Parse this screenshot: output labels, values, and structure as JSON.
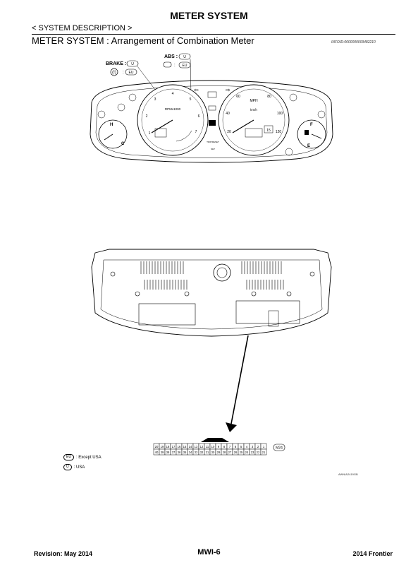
{
  "header": {
    "title": "METER SYSTEM",
    "section_nav": "< SYSTEM DESCRIPTION >",
    "section_title": "METER SYSTEM : Arrangement of Combination Meter",
    "doc_id": "INFOID:0000000009482210"
  },
  "figure1": {
    "brake_label": "BRAKE :",
    "abs_label": "ABS :",
    "code_u": "U",
    "code_eu": "EU",
    "tach_label": "RPMx1000",
    "speed_mph": "MPH",
    "speed_kmh": "km/h",
    "temp_h": "H",
    "temp_c": "C",
    "fuel_f": "F",
    "fuel_e": "E",
    "sw_label_1": "TRIP/RESET",
    "sw_label_2": "SET",
    "temp_small": "15",
    "tach_ticks": [
      "1",
      "2",
      "3",
      "4",
      "5",
      "6",
      "7"
    ],
    "speed_ticks": [
      "20",
      "40",
      "60",
      "80",
      "100",
      "120"
    ]
  },
  "connector": {
    "top_row": [
      "20",
      "19",
      "18",
      "17",
      "16",
      "15",
      "14",
      "13",
      "12",
      "11",
      "10",
      "9",
      "8",
      "7",
      "6",
      "5",
      "4",
      "3",
      "2",
      "1"
    ],
    "bottom_row": [
      "40",
      "39",
      "38",
      "37",
      "36",
      "35",
      "34",
      "33",
      "32",
      "31",
      "30",
      "29",
      "28",
      "27",
      "26",
      "25",
      "24",
      "23",
      "22",
      "21"
    ],
    "id": "M24"
  },
  "legend": [
    {
      "code": "EU",
      "text": ": Except USA"
    },
    {
      "code": "U",
      "text": ": USA"
    }
  ],
  "figure_code": "AWNIA2419GB",
  "footer": {
    "revision": "Revision: May 2014",
    "page": "MWI-6",
    "model": "2014 Frontier"
  }
}
